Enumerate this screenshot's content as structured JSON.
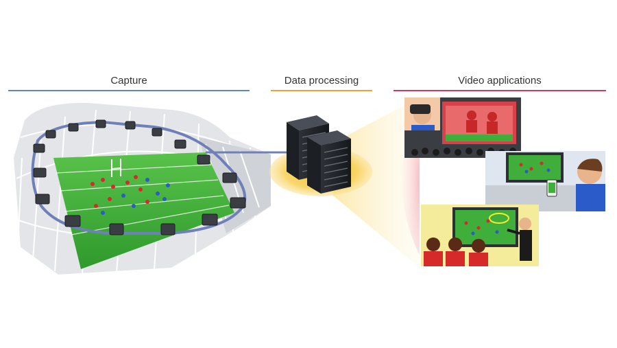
{
  "sections": {
    "capture": {
      "title": "Capture",
      "color": "#5b86c6"
    },
    "data_processing": {
      "title": "Data processing",
      "color": "#f0a030"
    },
    "video_applications": {
      "title": "Video applications",
      "color": "#d9345a"
    }
  },
  "icons": {
    "camera": "camera-icon",
    "server": "server-icon",
    "vr_headset": "vr-headset-icon",
    "smartphone": "smartphone-icon",
    "display": "display-icon"
  },
  "colors": {
    "pitch": "#3fae3a",
    "camera_ring": "#6f7fb8",
    "glow": "#f4c030",
    "stand": "#d9dcdf",
    "team_red": "#d62a2a",
    "team_blue": "#2a5bc8"
  }
}
